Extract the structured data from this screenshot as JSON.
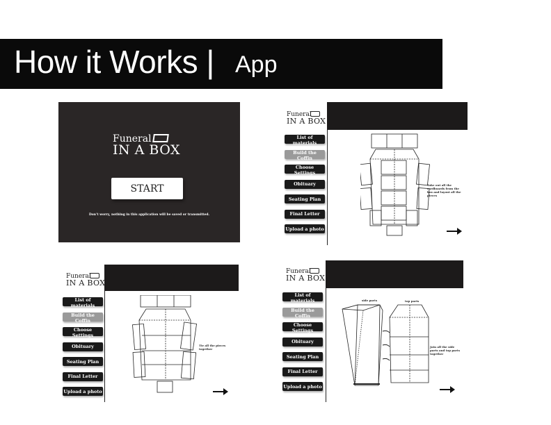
{
  "header": {
    "title": "How it Works |",
    "subtitle": "App"
  },
  "start_screen": {
    "logo_line1": "Funeral",
    "logo_line2": "IN A BOX",
    "start_label": "START",
    "note": "Don't worry, nothing in this application will be saved or transmitted."
  },
  "app": {
    "logo_line1": "Funeral",
    "logo_line2": "IN A BOX",
    "menu": [
      "List of materials",
      "Build the Coffin",
      "Choose Settings",
      "Obituary",
      "Seating Plan",
      "Final Letter",
      "Upload a photo"
    ],
    "active_item": "Build the Coffin"
  },
  "screens": [
    {
      "caption": "Take out all the cardboards from the box and layout all the pieces"
    },
    {
      "caption": "Tie all the pieces together"
    },
    {
      "caption": "Join all the side parts and top parts together",
      "label_left": "side parts",
      "label_right": "top parts"
    }
  ],
  "colors": {
    "banner": "#0a0a0a",
    "panel": "#2a2626",
    "active_menu": "#9a9a9a",
    "menu": "#1a1a1a"
  },
  "icons": [
    "box-logo-icon",
    "arrow-right-icon"
  ]
}
